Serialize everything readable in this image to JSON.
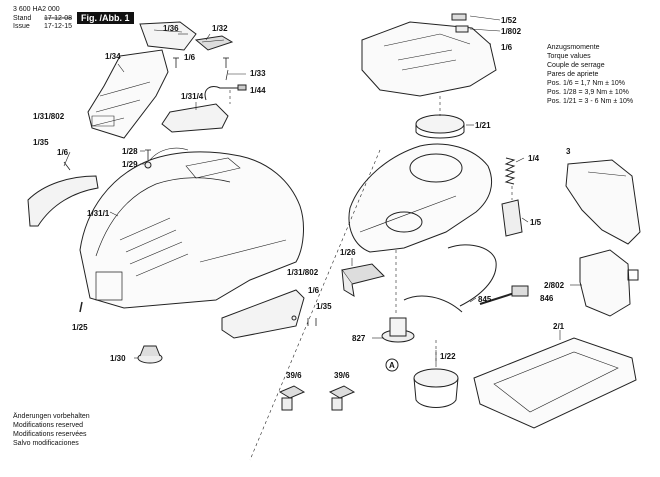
{
  "header": {
    "doc_number": "3 600 HA2 000",
    "stand_label": "Stand",
    "issue_label": "Issue",
    "stand_date": "17-12-08",
    "issue_date": "17-12-15",
    "figure_label": "Fig. /Abb. 1"
  },
  "torque": {
    "lines": [
      "Anzugsmomente",
      "Torque values",
      "Couple de serrage",
      "Pares de apriete",
      "Pos. 1/6  = 1,7 Nm ± 10%",
      "Pos. 1/28 = 3,9 Nm ± 10%",
      "Pos. 1/21 = 3 - 6 Nm ± 10%"
    ]
  },
  "notes": {
    "lines": [
      "Änderungen vorbehalten",
      "Modifications reserved",
      "Modifications reservées",
      "Salvo modificaciones"
    ]
  },
  "labels": {
    "p1_36": "1/36",
    "p1_32": "1/32",
    "p1_34": "1/34",
    "p1_6a": "1/6",
    "p1_33": "1/33",
    "p1_44": "1/44",
    "p1_31_4": "1/31/4",
    "p1_31_802a": "1/31/802",
    "p1_35a": "1/35",
    "p1_6b": "1/6",
    "p1_28": "1/28",
    "p1_29": "1/29",
    "p1_31_1": "1/31/1",
    "p1_31_802b": "1/31/802",
    "p1_6c": "1/6",
    "p1_35b": "1/35",
    "p1_25": "1/25",
    "p1_30": "1/30",
    "p39_6a": "39/6",
    "p39_6b": "39/6",
    "p1_52": "1/52",
    "p1_802": "1/802",
    "p1_6d": "1/6",
    "p1_21": "1/21",
    "p1_4": "1/4",
    "p3": "3",
    "p1_5": "1/5",
    "p1_26": "1/26",
    "p845": "845",
    "p846": "846",
    "p2_802": "2/802",
    "p827": "827",
    "pA": "A",
    "p1_22": "1/22",
    "p2_1": "2/1"
  }
}
